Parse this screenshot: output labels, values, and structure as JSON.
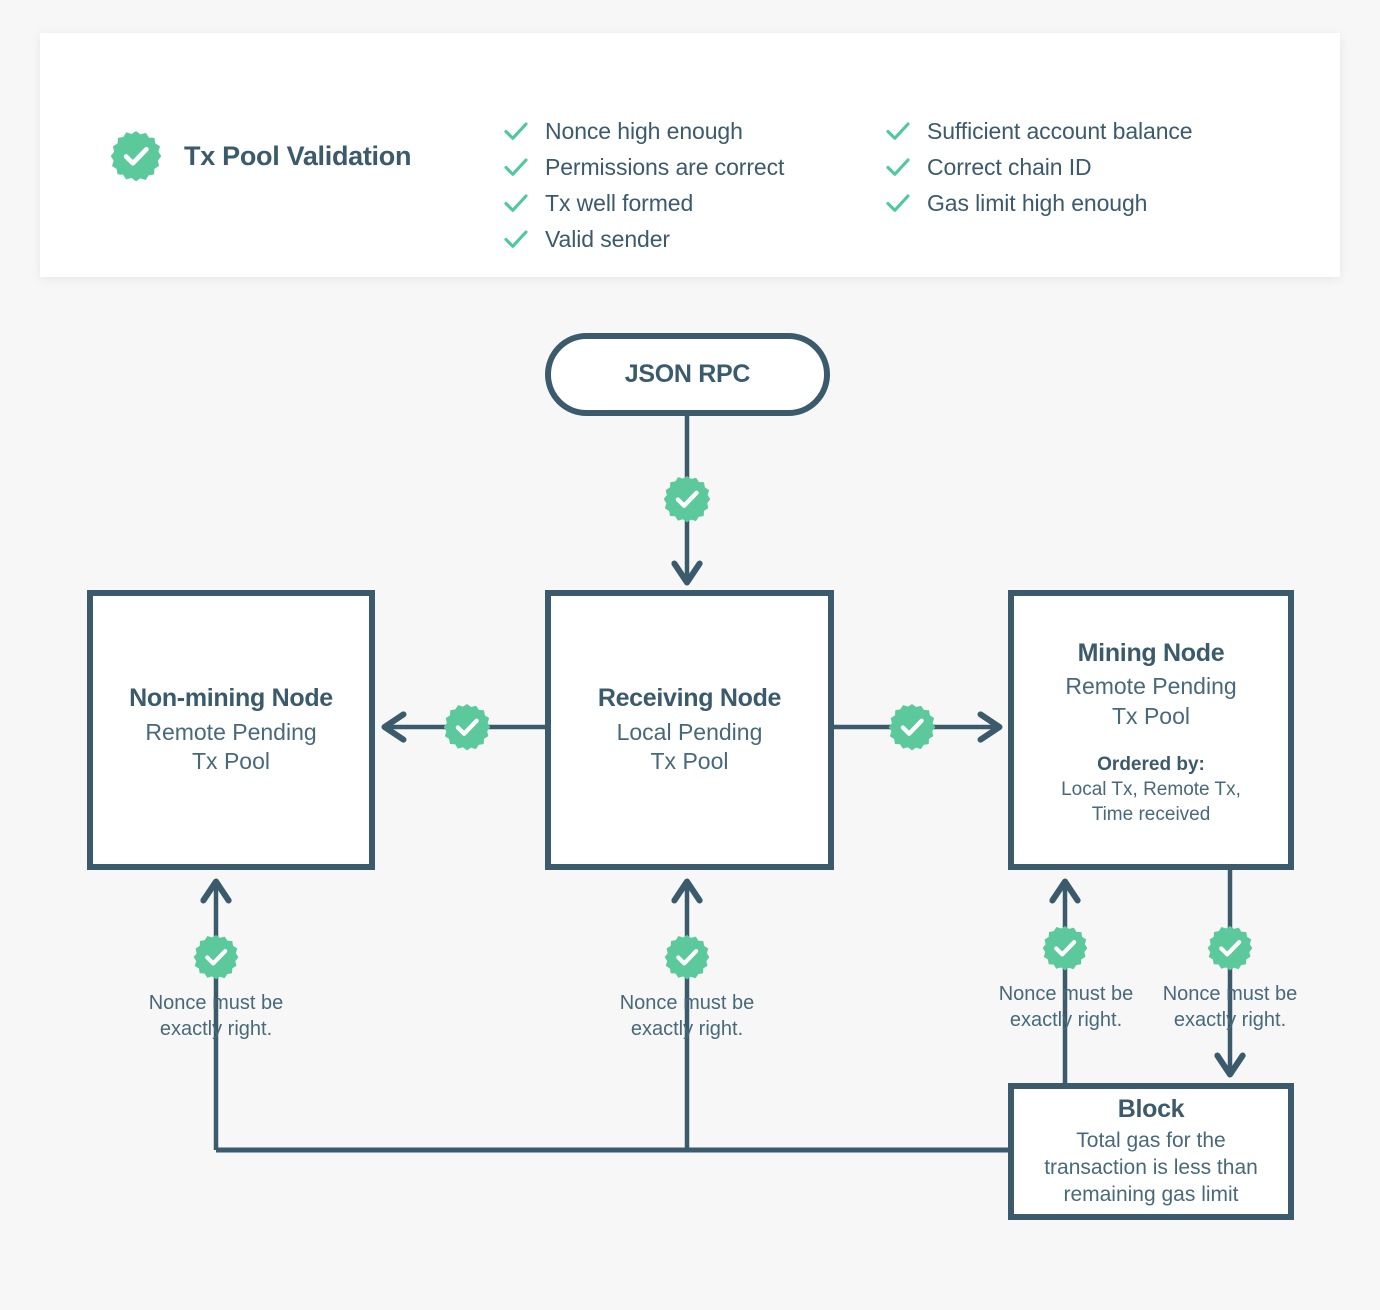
{
  "validation": {
    "title": "Tx Pool Validation",
    "badge_icon": "check-seal-icon",
    "checks_left": [
      "Nonce high enough",
      "Permissions are correct",
      "Tx well formed",
      "Valid sender"
    ],
    "checks_right": [
      "Sufficient account balance",
      "Correct chain ID",
      "Gas limit high enough"
    ]
  },
  "nodes": {
    "json_rpc": {
      "title": "JSON RPC"
    },
    "non_mining": {
      "title": "Non-mining Node",
      "subtitle": "Remote Pending\nTx Pool"
    },
    "receiving": {
      "title": "Receiving Node",
      "subtitle": "Local Pending\nTx Pool"
    },
    "mining": {
      "title": "Mining Node",
      "subtitle": "Remote Pending\nTx Pool",
      "detail_label": "Ordered by:",
      "detail": "Local Tx, Remote Tx,\nTime received"
    },
    "block": {
      "title": "Block",
      "subtitle": "Total gas for the\ntransaction is less than\nremaining gas limit"
    }
  },
  "notes": {
    "nonce_note": "Nonce must be\nexactly right."
  },
  "colors": {
    "accent_green": "#5cc99c",
    "dark_slate": "#3b5a6b",
    "background": "#f7f7f7",
    "card_background": "#ffffff"
  }
}
